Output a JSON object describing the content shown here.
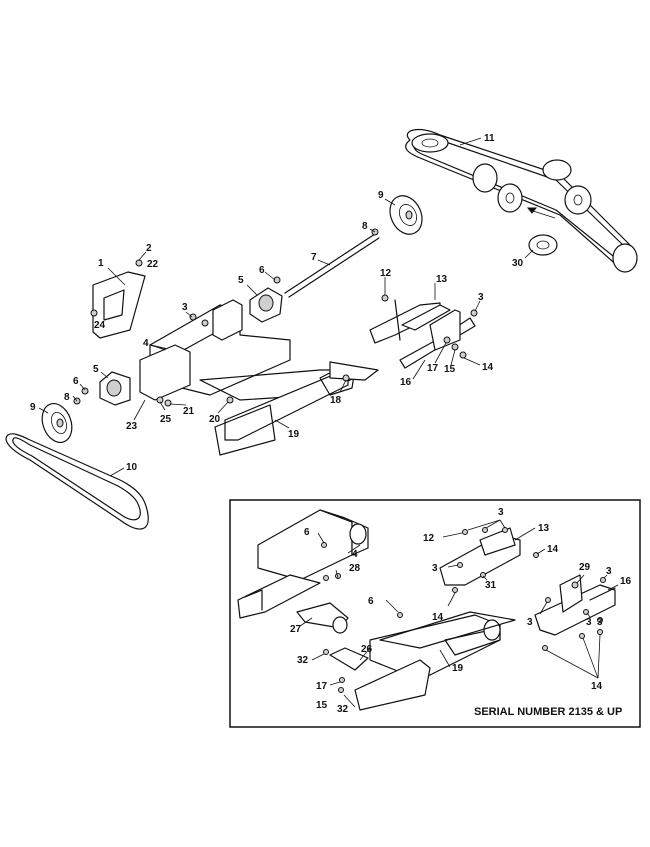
{
  "inset": {
    "caption": "SERIAL NUMBER 2135 & UP"
  },
  "callouts": {
    "c1": "1",
    "c2": "2",
    "c22": "22",
    "c24": "24",
    "c3a": "3",
    "c4": "4",
    "c5a": "5",
    "c6a": "6",
    "c7": "7",
    "c8a": "8",
    "c9a": "9",
    "c5b": "5",
    "c6b": "6",
    "c8b": "8",
    "c9b": "9",
    "c23": "23",
    "c25": "25",
    "c21": "21",
    "c20": "20",
    "c19": "19",
    "c18": "18",
    "c10": "10",
    "c11": "11",
    "c30": "30",
    "c12": "12",
    "c13": "13",
    "c3b": "3",
    "c16": "16",
    "c17": "17",
    "c15": "15",
    "c14": "14",
    "i6a": "6",
    "i4": "4",
    "i28": "28",
    "i27": "27",
    "i32a": "32",
    "i6b": "6",
    "i26": "26",
    "i17": "17",
    "i15": "15",
    "i32b": "32",
    "i19": "19",
    "i12": "12",
    "i3a": "3",
    "i13": "13",
    "i14a": "14",
    "i3b": "3",
    "i31": "31",
    "i14b": "14",
    "i29": "29",
    "i3c": "3",
    "i16": "16",
    "i3d": "3",
    "i3e": "3",
    "i3f": "3",
    "i14c": "14"
  }
}
